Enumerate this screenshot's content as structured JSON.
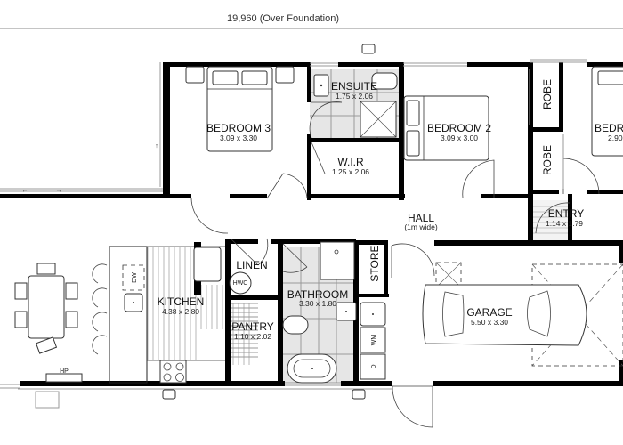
{
  "header": {
    "overall_dimension": "19,960 (Over Foundation)"
  },
  "rooms": {
    "bedroom3": {
      "name": "BEDROOM 3",
      "size": "3.09 x 3.30"
    },
    "ensuite": {
      "name": "ENSUITE",
      "size": "1.75 x 2.06"
    },
    "wir": {
      "name": "W.I.R",
      "size": "1.25 x 2.06"
    },
    "bedroom2": {
      "name": "BEDROOM 2",
      "size": "3.09 x 3.00"
    },
    "robe1": {
      "name": "ROBE"
    },
    "robe2": {
      "name": "ROBE"
    },
    "bedroom1": {
      "name": "BEDR",
      "size": "2.90"
    },
    "entry": {
      "name": "ENTRY",
      "size": "1.14 x 1.79"
    },
    "hall": {
      "name": "HALL",
      "size": "(1m wide)"
    },
    "kitchen": {
      "name": "KITCHEN",
      "size": "4.38 x 2.80"
    },
    "linen": {
      "name": "LINEN"
    },
    "pantry": {
      "name": "PANTRY",
      "size": "1.10 x 2.02"
    },
    "bathroom": {
      "name": "BATHROOM",
      "size": "3.30 x 1.80"
    },
    "store": {
      "name": "STORE"
    },
    "garage": {
      "name": "GARAGE",
      "size": "5.50 x 3.30"
    }
  },
  "fixtures": {
    "dishwasher": "DW",
    "hot_water_cylinder": "HWC",
    "washing_machine": "WM",
    "dryer": "D",
    "heat_pump": "HP"
  },
  "colors": {
    "wall": "#000000",
    "tile": "#e6e6e6",
    "background": "#ffffff"
  }
}
